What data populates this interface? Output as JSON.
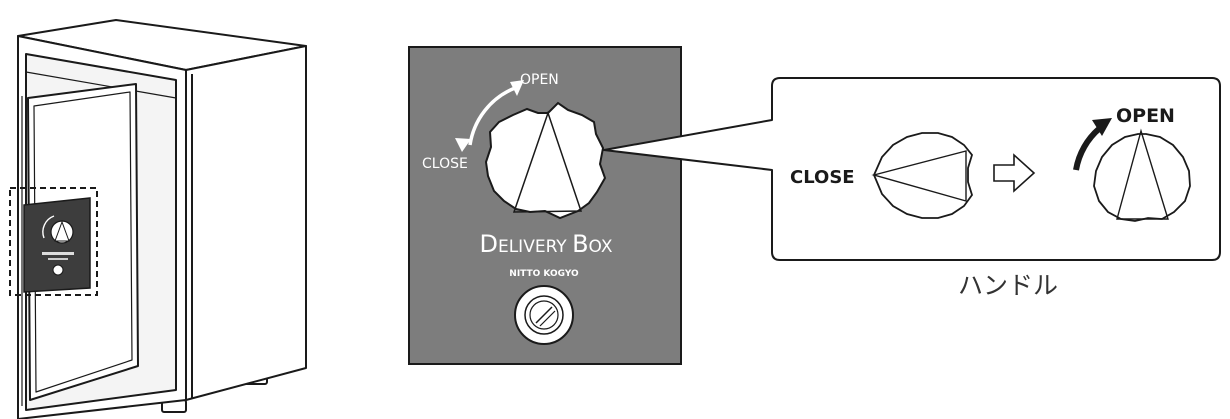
{
  "panel": {
    "open_label": "OPEN",
    "close_label": "CLOSE",
    "brand_first": "D",
    "brand_rest_1": "ELIVERY ",
    "brand_b": "B",
    "brand_rest_2": "OX",
    "maker": "NITTO KOGYO"
  },
  "callout": {
    "close_label": "CLOSE",
    "open_label": "OPEN"
  },
  "caption": "ハンドル",
  "colors": {
    "panel": "#7d7d7d",
    "line": "#1a1a1a",
    "accent": "#1a1a1a"
  }
}
